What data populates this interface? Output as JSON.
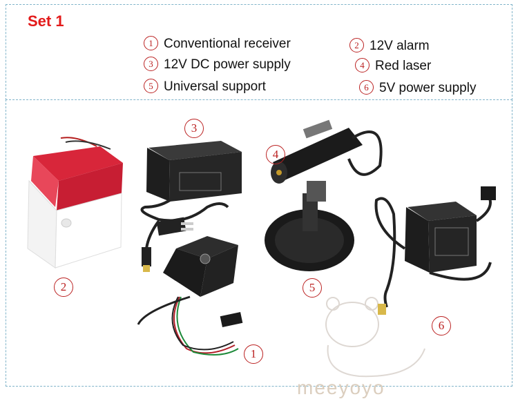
{
  "title": "Set 1",
  "legend": [
    {
      "num": "1",
      "label": "Conventional receiver"
    },
    {
      "num": "2",
      "label": "12V alarm"
    },
    {
      "num": "3",
      "label": "12V DC power supply"
    },
    {
      "num": "4",
      "label": "Red laser"
    },
    {
      "num": "5",
      "label": "Universal support"
    },
    {
      "num": "6",
      "label": "5V power supply"
    }
  ],
  "callouts": {
    "c1": "1",
    "c2": "2",
    "c3": "3",
    "c4": "4",
    "c5": "5",
    "c6": "6"
  },
  "watermark": "meeyoyo",
  "colors": {
    "title": "#e31b1b",
    "numbers": "#b22222",
    "dash": "#7fb3c9"
  }
}
